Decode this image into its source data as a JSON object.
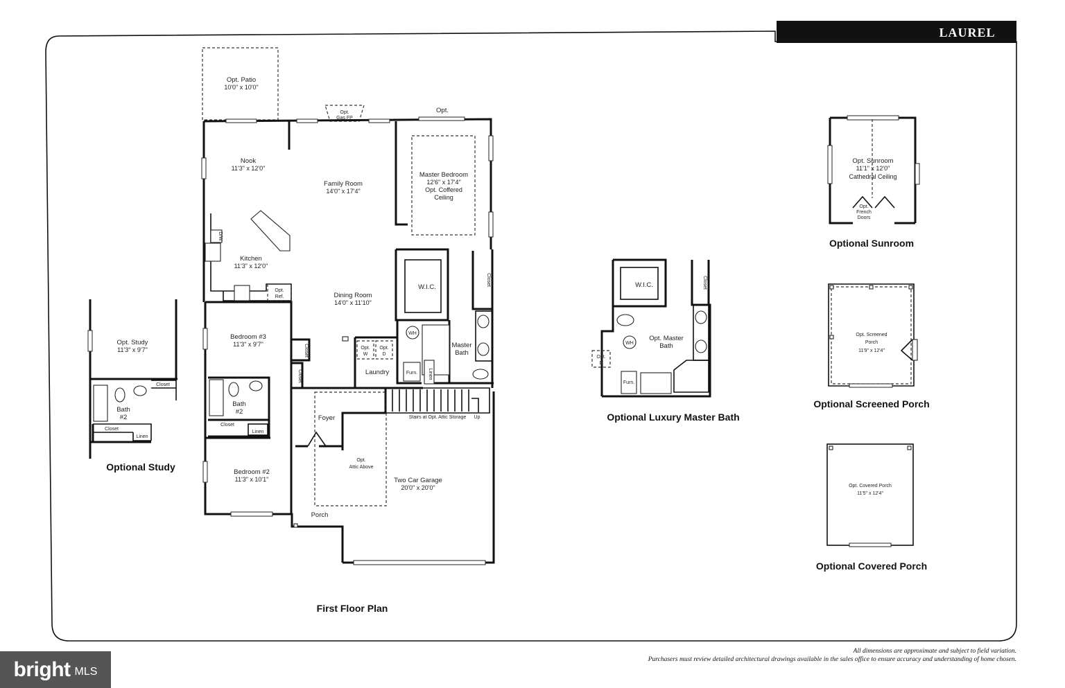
{
  "brand": {
    "title": "LAUREL"
  },
  "first_floor": {
    "title": "First Floor Plan",
    "rooms": {
      "opt_patio": {
        "name": "Opt. Patio",
        "dim": "10'0\" x 10'0\""
      },
      "opt_gas_fp": {
        "name": "Opt.",
        "sub": "Gas FP"
      },
      "opt_window": {
        "name": "Opt."
      },
      "nook": {
        "name": "Nook",
        "dim": "11'3\" x 12'0\""
      },
      "family_room": {
        "name": "Family Room",
        "dim": "14'0\" x 17'4\""
      },
      "master_bedroom": {
        "name": "Master Bedroom",
        "dim": "12'6\" x 17'4\"",
        "note1": "Opt. Coffered",
        "note2": "Ceiling"
      },
      "kitchen": {
        "name": "Kitchen",
        "dim": "11'3\" x 12'0\""
      },
      "dw": {
        "name": "D/W"
      },
      "opt_ref": {
        "name": "Opt.",
        "sub": "Ref."
      },
      "wic": {
        "name": "W.I.C."
      },
      "closet_master": {
        "name": "Closet"
      },
      "dining_room": {
        "name": "Dining Room",
        "dim": "14'0\" x 11'10\""
      },
      "bedroom3": {
        "name": "Bedroom #3",
        "dim": "11'3\" x 9'7\""
      },
      "closet_b3": {
        "name": "Closet"
      },
      "closet_hall": {
        "name": "Closet"
      },
      "wh": {
        "name": "WH"
      },
      "opt_w": {
        "name": "Opt.",
        "sub": "W"
      },
      "opt_d": {
        "name": "Opt.",
        "sub": "D"
      },
      "laundry": {
        "name": "Laundry"
      },
      "furn": {
        "name": "Furn."
      },
      "linen_hall": {
        "name": "Linen"
      },
      "master_bath": {
        "name": "Master",
        "sub": "Bath"
      },
      "bath2": {
        "name": "Bath",
        "sub": "#2"
      },
      "closet_b2": {
        "name": "Closet"
      },
      "linen_b2": {
        "name": "Linen"
      },
      "foyer": {
        "name": "Foyer"
      },
      "stairs": {
        "name": "Stairs at Opt. Attic Storage"
      },
      "up": {
        "name": "Up"
      },
      "opt_attic": {
        "name": "Opt.",
        "sub": "Attic Above"
      },
      "bedroom2": {
        "name": "Bedroom #2",
        "dim": "11'3\" x 10'1\""
      },
      "garage": {
        "name": "Two Car Garage",
        "dim": "20'0\" x 20'0\""
      },
      "porch": {
        "name": "Porch"
      }
    }
  },
  "optional_study": {
    "title": "Optional Study",
    "study": {
      "name": "Opt. Study",
      "dim": "11'3\" x 9'7\""
    },
    "bath": {
      "name": "Bath",
      "sub": "#2"
    },
    "closet1": {
      "name": "Closet"
    },
    "closet2": {
      "name": "Closet"
    },
    "linen": {
      "name": "Linen"
    }
  },
  "optional_master_bath": {
    "title": "Optional Luxury Master Bath",
    "wic": {
      "name": "W.I.C."
    },
    "closet": {
      "name": "Closet"
    },
    "bath": {
      "name": "Opt. Master",
      "sub": "Bath"
    },
    "wh": {
      "name": "WH"
    },
    "opt_d": {
      "name": "Opt.",
      "sub": "D"
    },
    "furn": {
      "name": "Furn."
    }
  },
  "optional_sunroom": {
    "title": "Optional Sunroom",
    "name": "Opt. Sunroom",
    "dim": "11'1\" x 12'0\"",
    "note": "Cathedral Ceiling",
    "doors1": "Opt.",
    "doors2": "French",
    "doors3": "Doors"
  },
  "optional_screened_porch": {
    "title": "Optional Screened Porch",
    "name": "Opt. Screened",
    "sub": "Porch",
    "dim": "11'9\" x 12'4\""
  },
  "optional_covered_porch": {
    "title": "Optional Covered Porch",
    "name": "Opt. Covered Porch",
    "dim": "11'5\" x 12'4\""
  },
  "disclaimer": {
    "line1": "All dimensions are approximate and subject to field variation.",
    "line2": "Purchasers must review detailed architectural drawings available in the sales office to ensure accuracy and understanding of home chosen."
  },
  "watermark": {
    "brand": "bright",
    "suffix": "MLS"
  }
}
